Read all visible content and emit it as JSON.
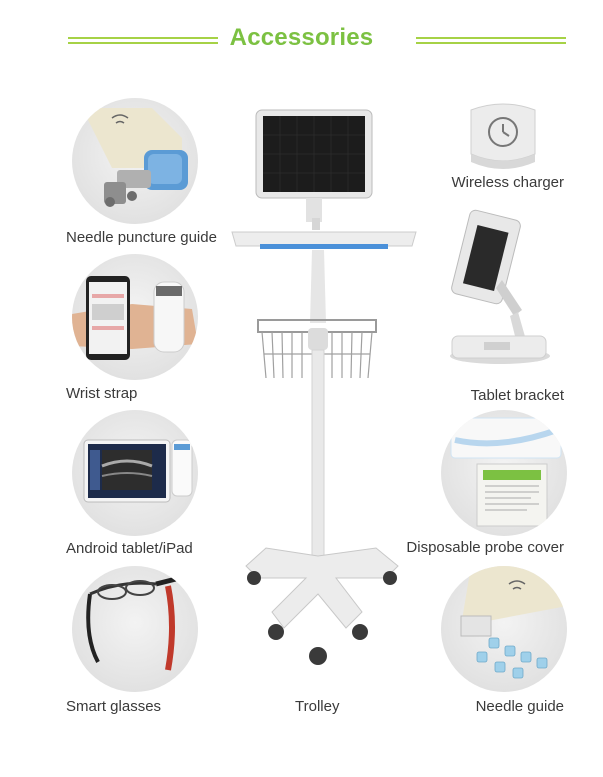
{
  "header": {
    "title": "Accessories"
  },
  "accessories": {
    "needle_puncture_guide": "Needle puncture  guide",
    "wrist_strap": "Wrist strap",
    "android_tablet": "Android tablet/iPad",
    "smart_glasses": "Smart glasses",
    "trolley": "Trolley",
    "wireless_charger": "Wireless charger",
    "tablet_bracket": "Tablet bracket",
    "disposable_probe_cover": "Disposable probe cover",
    "needle_guide": "Needle guide"
  },
  "colors": {
    "accent_green": "#7cc142",
    "rule_green": "#a6d246",
    "probe_blue": "#4a90d9"
  }
}
